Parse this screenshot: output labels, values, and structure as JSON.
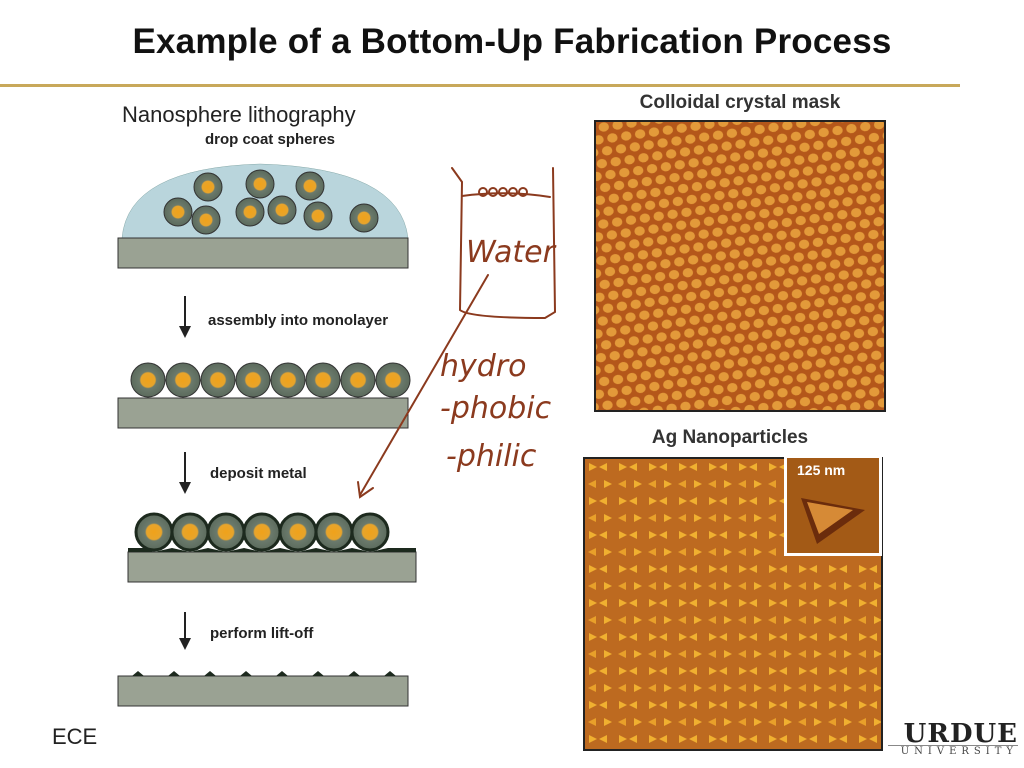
{
  "slide": {
    "title": "Example of a Bottom-Up Fabrication Process",
    "footer_left": "ECE",
    "logo_main": "URDUE",
    "logo_sub": "UNIVERSITY"
  },
  "left_figure": {
    "heading": "Nanosphere lithography",
    "steps": [
      {
        "label": "drop coat spheres"
      },
      {
        "label": "assembly into monolayer"
      },
      {
        "label": "deposit metal"
      },
      {
        "label": "perform lift-off"
      }
    ]
  },
  "right_figures": {
    "mask_title": "Colloidal crystal mask",
    "np_title": "Ag Nanoparticles",
    "inset_label": "125 nm"
  },
  "annotations": {
    "water": "Water",
    "hydro": "hydro",
    "phobic": "-phobic",
    "philic": "-philic"
  },
  "colors": {
    "accent_rule": "#c8a85a",
    "mask_bg": "#b4571a",
    "mask_dot": "#e39a3a",
    "np_bg": "#bd6a20",
    "np_particle": "#f0b030",
    "ink": "#8b3a1e"
  }
}
